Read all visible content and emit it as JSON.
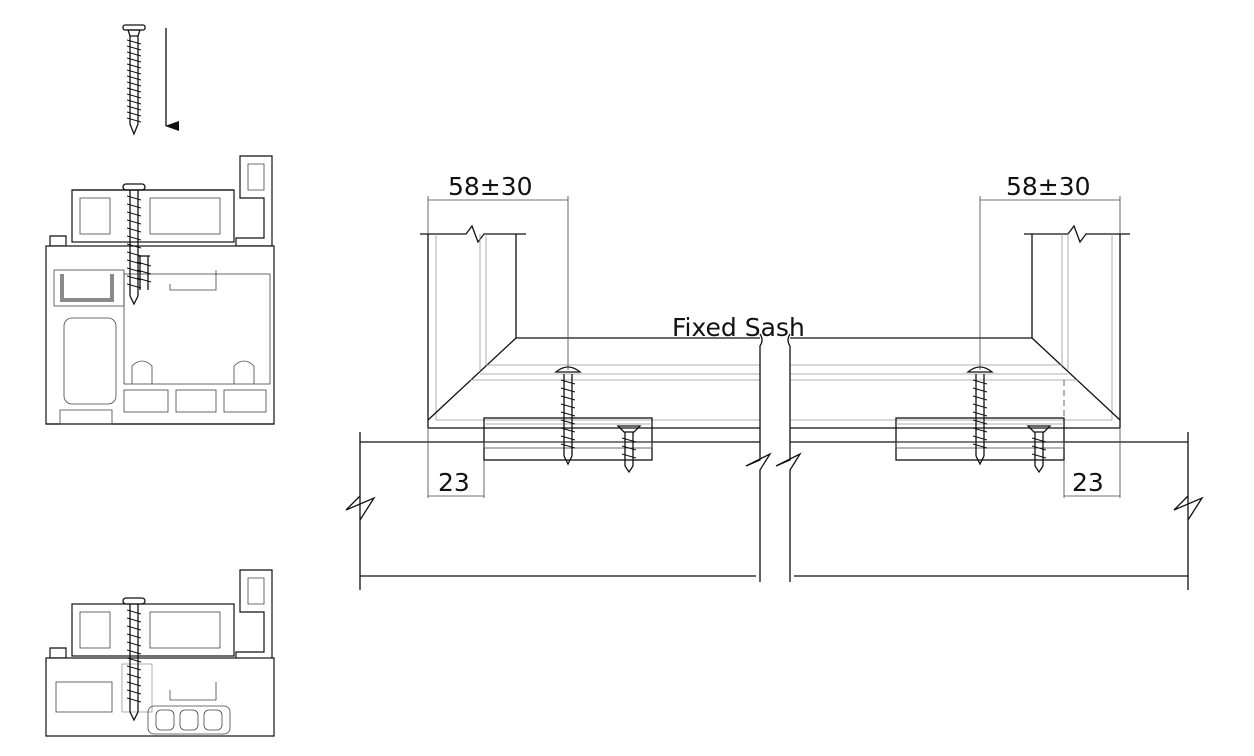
{
  "labels": {
    "sash": "Fixed Sash",
    "dim_left_top": "58±30",
    "dim_right_top": "58±30",
    "dim_left_bottom": "23",
    "dim_right_bottom": "23"
  },
  "colors": {
    "line": "#111111",
    "seal": "#8a8a8a",
    "background": "#ffffff"
  },
  "icons": {
    "screw": "screw-icon",
    "arrow": "arrow-down-icon"
  }
}
